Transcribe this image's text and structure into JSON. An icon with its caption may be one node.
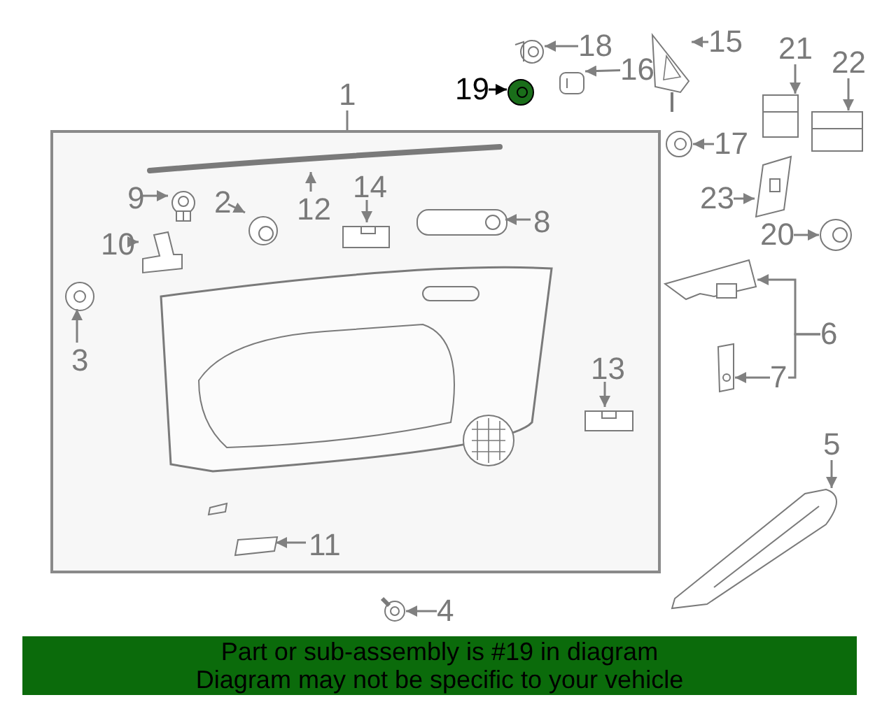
{
  "diagram": {
    "nodes": [
      {
        "text": [],
        "shape": "box"
      },
      {
        "text": [
          "1"
        ]
      },
      {
        "text": [
          "2"
        ],
        "in": 0
      },
      {
        "text": [
          "3"
        ],
        "in": 0
      },
      {
        "text": [
          "4"
        ]
      },
      {
        "text": [
          "5"
        ]
      },
      {
        "text": [
          "6"
        ]
      },
      {
        "text": [
          "7"
        ]
      },
      {
        "text": [
          "8"
        ],
        "in": 0
      },
      {
        "text": [
          "9"
        ],
        "in": 0
      },
      {
        "text": [
          "10"
        ],
        "in": 0
      },
      {
        "text": [
          "11"
        ],
        "in": 0
      },
      {
        "text": [
          "12"
        ],
        "in": 0
      },
      {
        "text": [
          "13"
        ],
        "in": 0
      },
      {
        "text": [
          "14"
        ],
        "in": 0
      },
      {
        "text": [
          "15"
        ]
      },
      {
        "text": [
          "16"
        ]
      },
      {
        "text": [
          "17"
        ]
      },
      {
        "text": [
          "18"
        ]
      },
      {
        "text": [
          "19"
        ]
      },
      {
        "text": [
          "20"
        ]
      },
      {
        "text": [
          "21"
        ]
      },
      {
        "text": [
          "22"
        ]
      },
      {
        "text": [
          "23"
        ]
      },
      {
        "text": [],
        "shape": "picture",
        "in": 0
      },
      {
        "text": [],
        "shape": "picture",
        "in": 0
      },
      {
        "text": [],
        "shape": "picture"
      },
      {
        "text": [],
        "shape": "picture"
      },
      {
        "text": [],
        "shape": "picture"
      },
      {
        "text": [],
        "shape": "picture"
      },
      {
        "text": [],
        "shape": "picture",
        "in": 0
      },
      {
        "text": [],
        "shape": "picture",
        "in": 0
      },
      {
        "text": [],
        "shape": "picture",
        "in": 0
      },
      {
        "text": [],
        "shape": "picture",
        "in": 0
      },
      {
        "text": [],
        "shape": "picture",
        "in": 0
      },
      {
        "text": [],
        "shape": "picture",
        "in": 0
      },
      {
        "text": [],
        "shape": "picture",
        "in": 0
      },
      {
        "text": [],
        "shape": "picture"
      },
      {
        "text": [],
        "shape": "picture"
      },
      {
        "text": [],
        "shape": "picture"
      },
      {
        "text": [],
        "shape": "picture"
      },
      {
        "text": [],
        "shape": "picture"
      },
      {
        "text": [],
        "shape": "picture"
      },
      {
        "text": [],
        "shape": "picture"
      },
      {
        "text": [],
        "shape": "picture"
      },
      {
        "text": [],
        "shape": "picture"
      }
    ],
    "edges": [
      {
        "from": 1,
        "to": 0,
        "arrow": "none"
      },
      {
        "from": 2,
        "to": 24,
        "arrow": "to"
      },
      {
        "from": 3,
        "to": 25,
        "arrow": "to"
      },
      {
        "from": 4,
        "to": 26,
        "arrow": "to"
      },
      {
        "from": 5,
        "to": 27,
        "arrow": "to"
      },
      {
        "from": 6,
        "to": 28,
        "arrow": "to"
      },
      {
        "from": 7,
        "to": 29,
        "arrow": "to"
      },
      {
        "from": 8,
        "to": 30,
        "arrow": "to"
      },
      {
        "from": 9,
        "to": 31,
        "arrow": "to"
      },
      {
        "from": 10,
        "to": 32,
        "arrow": "to"
      },
      {
        "from": 11,
        "to": 33,
        "arrow": "to"
      },
      {
        "from": 12,
        "to": 34,
        "arrow": "to"
      },
      {
        "from": 13,
        "to": 35,
        "arrow": "to"
      },
      {
        "from": 14,
        "to": 36,
        "arrow": "to"
      },
      {
        "from": 15,
        "to": 37,
        "arrow": "to"
      },
      {
        "from": 16,
        "to": 38,
        "arrow": "to"
      },
      {
        "from": 17,
        "to": 39,
        "arrow": "to"
      },
      {
        "from": 18,
        "to": 40,
        "arrow": "to"
      },
      {
        "from": 19,
        "to": 41,
        "arrow": "to",
        "color": "#000000"
      },
      {
        "from": 20,
        "to": 42,
        "arrow": "to"
      },
      {
        "from": 21,
        "to": 43,
        "arrow": "to"
      },
      {
        "from": 22,
        "to": 44,
        "arrow": "to"
      },
      {
        "from": 23,
        "to": 45,
        "arrow": "to"
      },
      {
        "from": 6,
        "to": 7,
        "arrow": "none"
      }
    ],
    "labels": [
      "Part or sub-assembly is #19 in diagram",
      "Diagram may not be specific to your vehicle"
    ]
  }
}
